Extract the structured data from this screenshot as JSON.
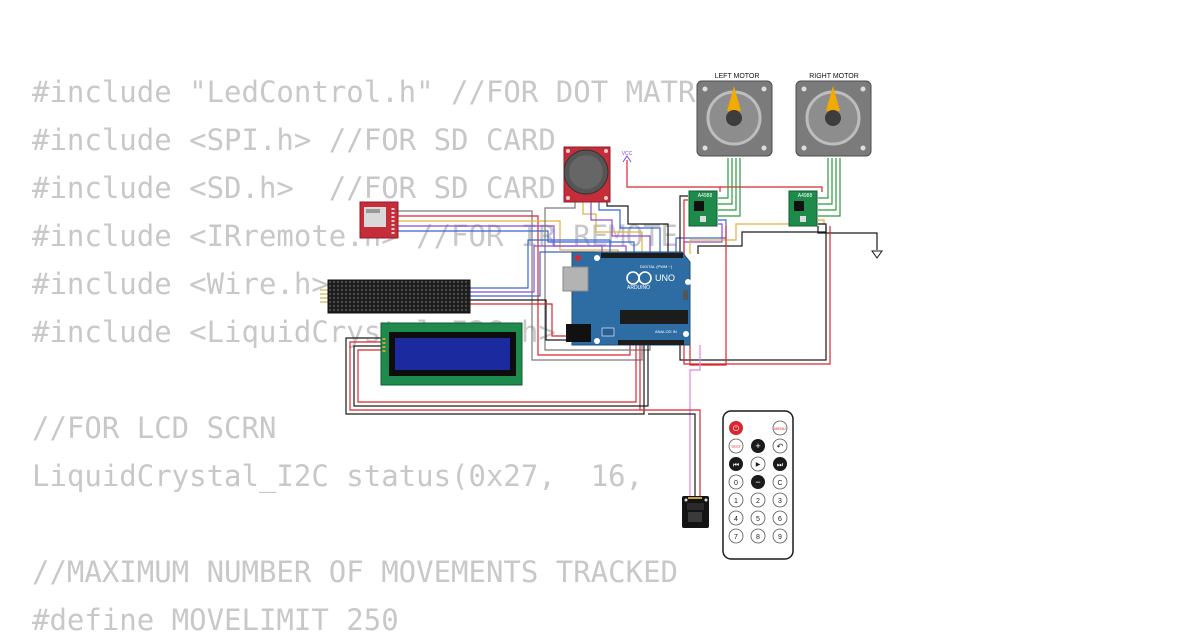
{
  "code_lines": [
    "#include \"LedControl.h\" //FOR DOT MATRIX",
    "#include <SPI.h> //FOR SD CARD",
    "#include <SD.h>  //FOR SD CARD",
    "#include <IRremote.h> //FOR IR REMOTE",
    "#include <Wire.h>",
    "#include <LiquidCrystal_I2C.h>",
    "",
    "//FOR LCD SCRN",
    "LiquidCrystal_I2C status(0x27,  16,",
    "",
    "//MAXIMUM NUMBER OF MOVEMENTS TRACKED",
    "#define MOVELIMIT 250"
  ],
  "diagram": {
    "left_motor_label": "LEFT MOTOR",
    "right_motor_label": "RIGHT MOTOR",
    "driver_label": "A4988",
    "vcc_label": "VCC",
    "arduino": {
      "model": "UNO",
      "brand": "ARDUINO",
      "digital_label": "DIGITAL (PWM ~)",
      "analog_label": "ANALOG IN"
    },
    "remote_keys": {
      "power": "⏻",
      "menu": "MENU",
      "test": "TEST",
      "plus": "+",
      "back": "↶",
      "prev": "⏮",
      "play": "▶",
      "next": "⏭",
      "zero": "0",
      "minus": "−",
      "clear": "C",
      "digits": [
        "1",
        "2",
        "3",
        "4",
        "5",
        "6",
        "7",
        "8",
        "9"
      ]
    }
  },
  "colors": {
    "code_text": "#c8c8c8",
    "arduino_blue": "#2e6da4",
    "pcb_red": "#c62d3a",
    "pcb_green": "#1e8a4c",
    "lcd_blue": "#1b2a9e",
    "motor_arrow": "#f2a900"
  }
}
